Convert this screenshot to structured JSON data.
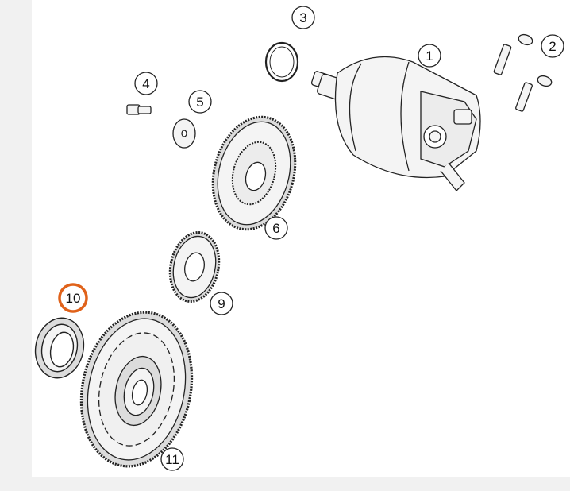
{
  "diagram": {
    "callouts": [
      {
        "id": "1",
        "label": "1"
      },
      {
        "id": "2",
        "label": "2"
      },
      {
        "id": "3",
        "label": "3"
      },
      {
        "id": "4",
        "label": "4"
      },
      {
        "id": "5",
        "label": "5"
      },
      {
        "id": "6",
        "label": "6"
      },
      {
        "id": "9",
        "label": "9"
      },
      {
        "id": "10",
        "label": "10",
        "highlighted": true
      },
      {
        "id": "11",
        "label": "11"
      }
    ],
    "highlight_color": "#e0621a",
    "line_color": "#222222",
    "part_fill": "#f4f4f4",
    "shade_fill": "#dcdcdc"
  }
}
